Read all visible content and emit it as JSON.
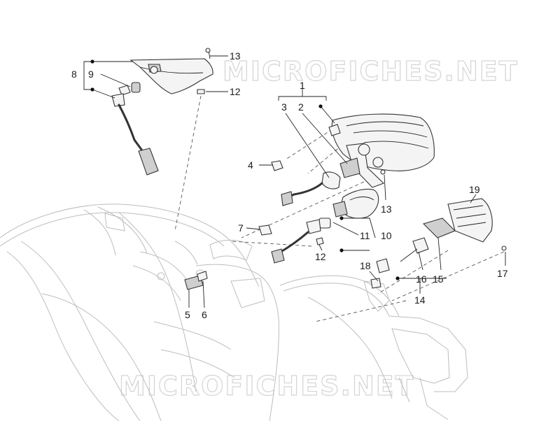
{
  "watermark": {
    "top": "MICROFICHES.NET",
    "bottom": "MICROFICHES.NET"
  },
  "callouts": [
    {
      "id": "c1",
      "text": "1"
    },
    {
      "id": "c2",
      "text": "2"
    },
    {
      "id": "c3",
      "text": "3"
    },
    {
      "id": "c4",
      "text": "4"
    },
    {
      "id": "c5",
      "text": "5"
    },
    {
      "id": "c6",
      "text": "6"
    },
    {
      "id": "c7",
      "text": "7"
    },
    {
      "id": "c8",
      "text": "8"
    },
    {
      "id": "c9",
      "text": "9"
    },
    {
      "id": "c10",
      "text": "10"
    },
    {
      "id": "c11",
      "text": "11"
    },
    {
      "id": "c12a",
      "text": "12"
    },
    {
      "id": "c12b",
      "text": "12"
    },
    {
      "id": "c13a",
      "text": "13"
    },
    {
      "id": "c13b",
      "text": "13"
    },
    {
      "id": "c14",
      "text": "14"
    },
    {
      "id": "c15",
      "text": "15"
    },
    {
      "id": "c16",
      "text": "16"
    },
    {
      "id": "c17",
      "text": "17"
    },
    {
      "id": "c18",
      "text": "18"
    },
    {
      "id": "c19",
      "text": "19"
    }
  ]
}
